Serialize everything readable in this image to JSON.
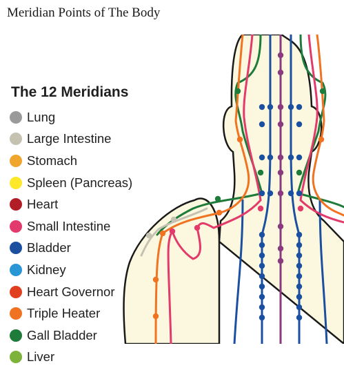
{
  "page": {
    "title": "Meridian Points of The Body"
  },
  "figure": {
    "heading": "The 12 Meridians",
    "skin_color": "#fbf8df",
    "outline_color": "#1a1a1a",
    "legend": [
      {
        "label": "Lung",
        "color": "#9a9a9a"
      },
      {
        "label": "Large Intestine",
        "color": "#c6c2b2"
      },
      {
        "label": "Stomach",
        "color": "#f0a52e"
      },
      {
        "label": "Spleen (Pancreas)",
        "color": "#fde82a"
      },
      {
        "label": "Heart",
        "color": "#b21d25"
      },
      {
        "label": "Small Intestine",
        "color": "#e23a6a"
      },
      {
        "label": "Bladder",
        "color": "#1b4fa0"
      },
      {
        "label": "Kidney",
        "color": "#2a96d6"
      },
      {
        "label": "Heart Governor",
        "color": "#e0401f"
      },
      {
        "label": "Triple Heater",
        "color": "#f07322"
      },
      {
        "label": "Gall Bladder",
        "color": "#1e7b3a"
      },
      {
        "label": "Liver",
        "color": "#7db33b"
      }
    ],
    "governing_vessel_color": "#8a3a7e"
  }
}
